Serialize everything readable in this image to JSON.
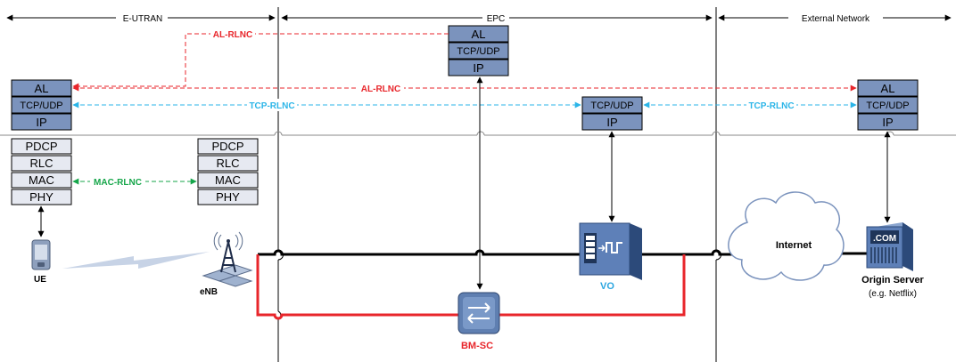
{
  "domains": {
    "eutran": "E-UTRAN",
    "epc": "EPC",
    "external": "External Network"
  },
  "stacks": {
    "ue_upper": [
      "AL",
      "TCP/UDP",
      "IP"
    ],
    "epc_upper": [
      "AL",
      "TCP/UDP",
      "IP"
    ],
    "vo_upper": [
      "TCP/UDP",
      "IP"
    ],
    "origin_upper": [
      "AL",
      "TCP/UDP",
      "IP"
    ],
    "ue_lower": [
      "PDCP",
      "RLC",
      "MAC",
      "PHY"
    ],
    "enb_lower": [
      "PDCP",
      "RLC",
      "MAC",
      "PHY"
    ]
  },
  "links": {
    "al_rlnc_top": "AL-RLNC",
    "al_rlnc": "AL-RLNC",
    "tcp_rlnc_left": "TCP-RLNC",
    "tcp_rlnc_right": "TCP-RLNC",
    "mac_rlnc": "MAC-RLNC"
  },
  "nodes": {
    "ue": "UE",
    "enb": "eNB",
    "bmsc": "BM-SC",
    "vo": "VO",
    "internet": "Internet",
    "origin": "Origin Server",
    "origin_sub": "(e.g. Netflix)",
    "com": ".COM"
  },
  "colors": {
    "stack_blue": "#7b93bd",
    "stack_light": "#e6e9f1",
    "al_rlnc": "#e8262b",
    "tcp_rlnc": "#2bb5e8",
    "mac_rlnc": "#16a64a",
    "red_path": "#e8262b",
    "vo_label": "#2ba6e0",
    "bmsc_label": "#e8262b"
  }
}
